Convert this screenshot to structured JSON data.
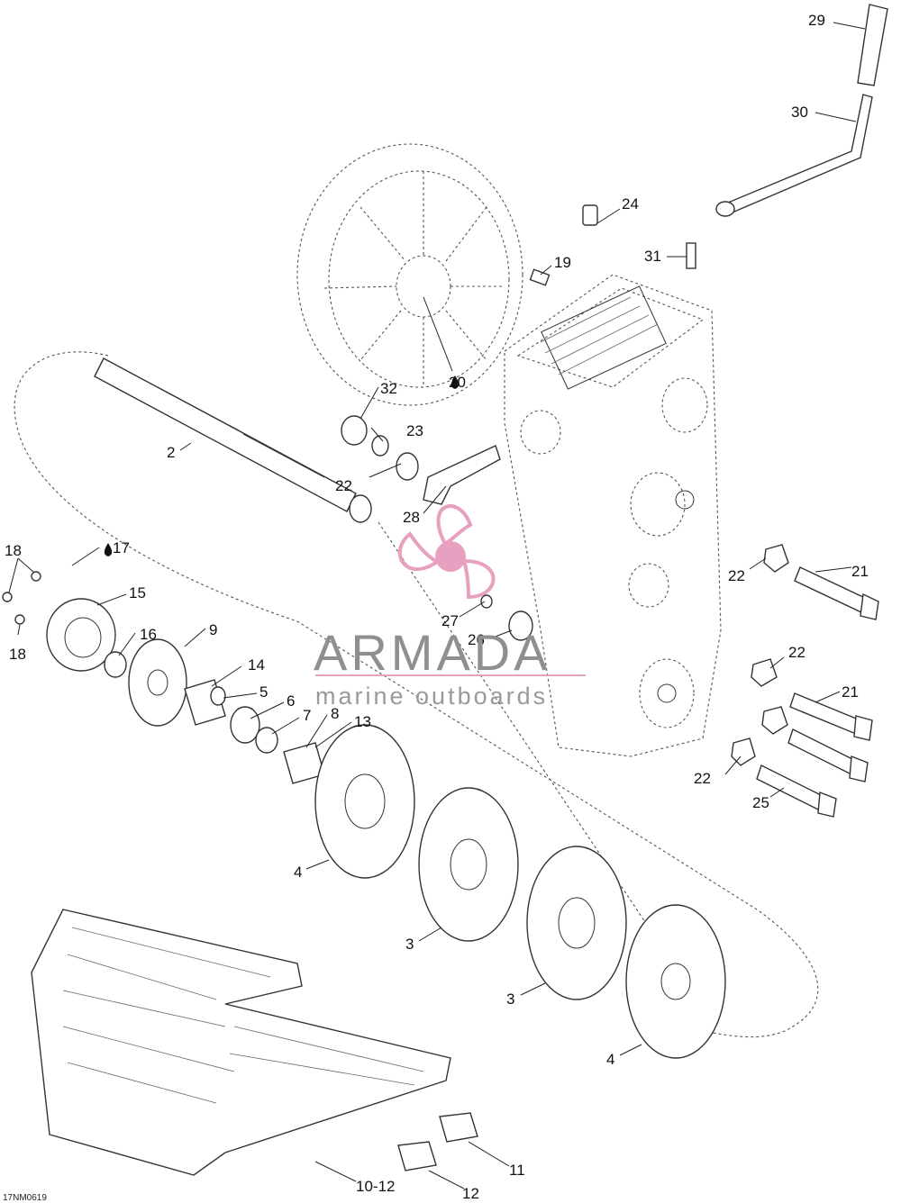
{
  "diagram_code": "17NM0619",
  "watermark": {
    "title": "ARMADA",
    "subtitle": "marine outboards",
    "accent_color": "#e8a0c0"
  },
  "parts": {
    "p2": "2",
    "p3a": "3",
    "p3b": "3",
    "p4a": "4",
    "p4b": "4",
    "p5": "5",
    "p6": "6",
    "p7": "7",
    "p8": "8",
    "p9": "9",
    "p10_12": "10-12",
    "p11": "11",
    "p12": "12",
    "p13": "13",
    "p14": "14",
    "p15": "15",
    "p16": "16",
    "p17": "17",
    "p18a": "18",
    "p18b": "18",
    "p19": "19",
    "p20": "20",
    "p21a": "21",
    "p21b": "21",
    "p22a": "22",
    "p22b": "22",
    "p22c": "22",
    "p22d": "22",
    "p23": "23",
    "p24": "24",
    "p25": "25",
    "p26": "26",
    "p27": "27",
    "p28": "28",
    "p29": "29",
    "p30": "30",
    "p31": "31",
    "p32": "32"
  }
}
